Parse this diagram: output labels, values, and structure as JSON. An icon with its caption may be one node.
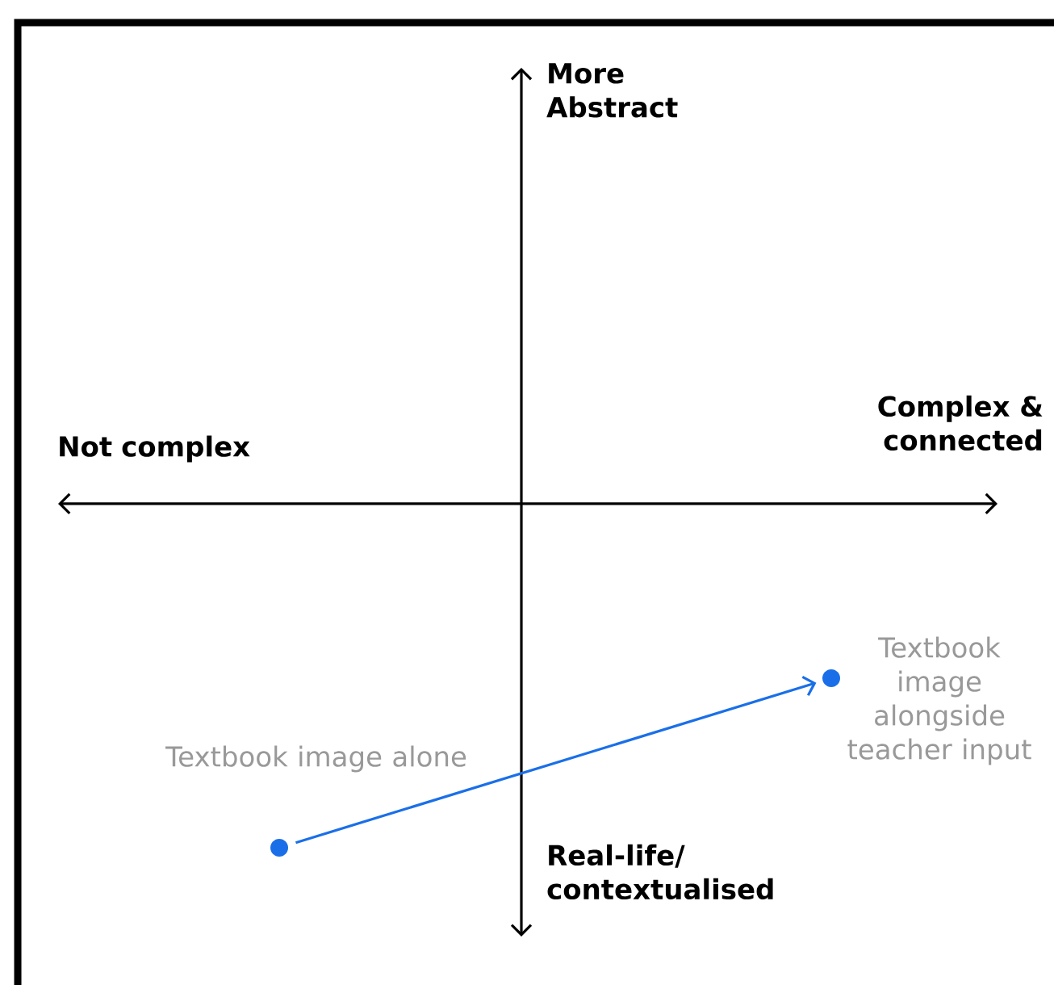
{
  "diagram": {
    "nodes": [
      {
        "text": [],
        "shape": "circle",
        "beside": [
          "Textbook image alone"
        ]
      },
      {
        "text": [],
        "shape": "circle",
        "beside": [
          "Textbook image alongside teacher input"
        ]
      }
    ],
    "edges": [
      {
        "from": 0,
        "to": 1,
        "arrow": "to",
        "color": "#1a6fe8"
      }
    ],
    "labels": [
      "More Abstract",
      "Not complex",
      "Complex & connected",
      "Real-life/ contextualised"
    ]
  }
}
